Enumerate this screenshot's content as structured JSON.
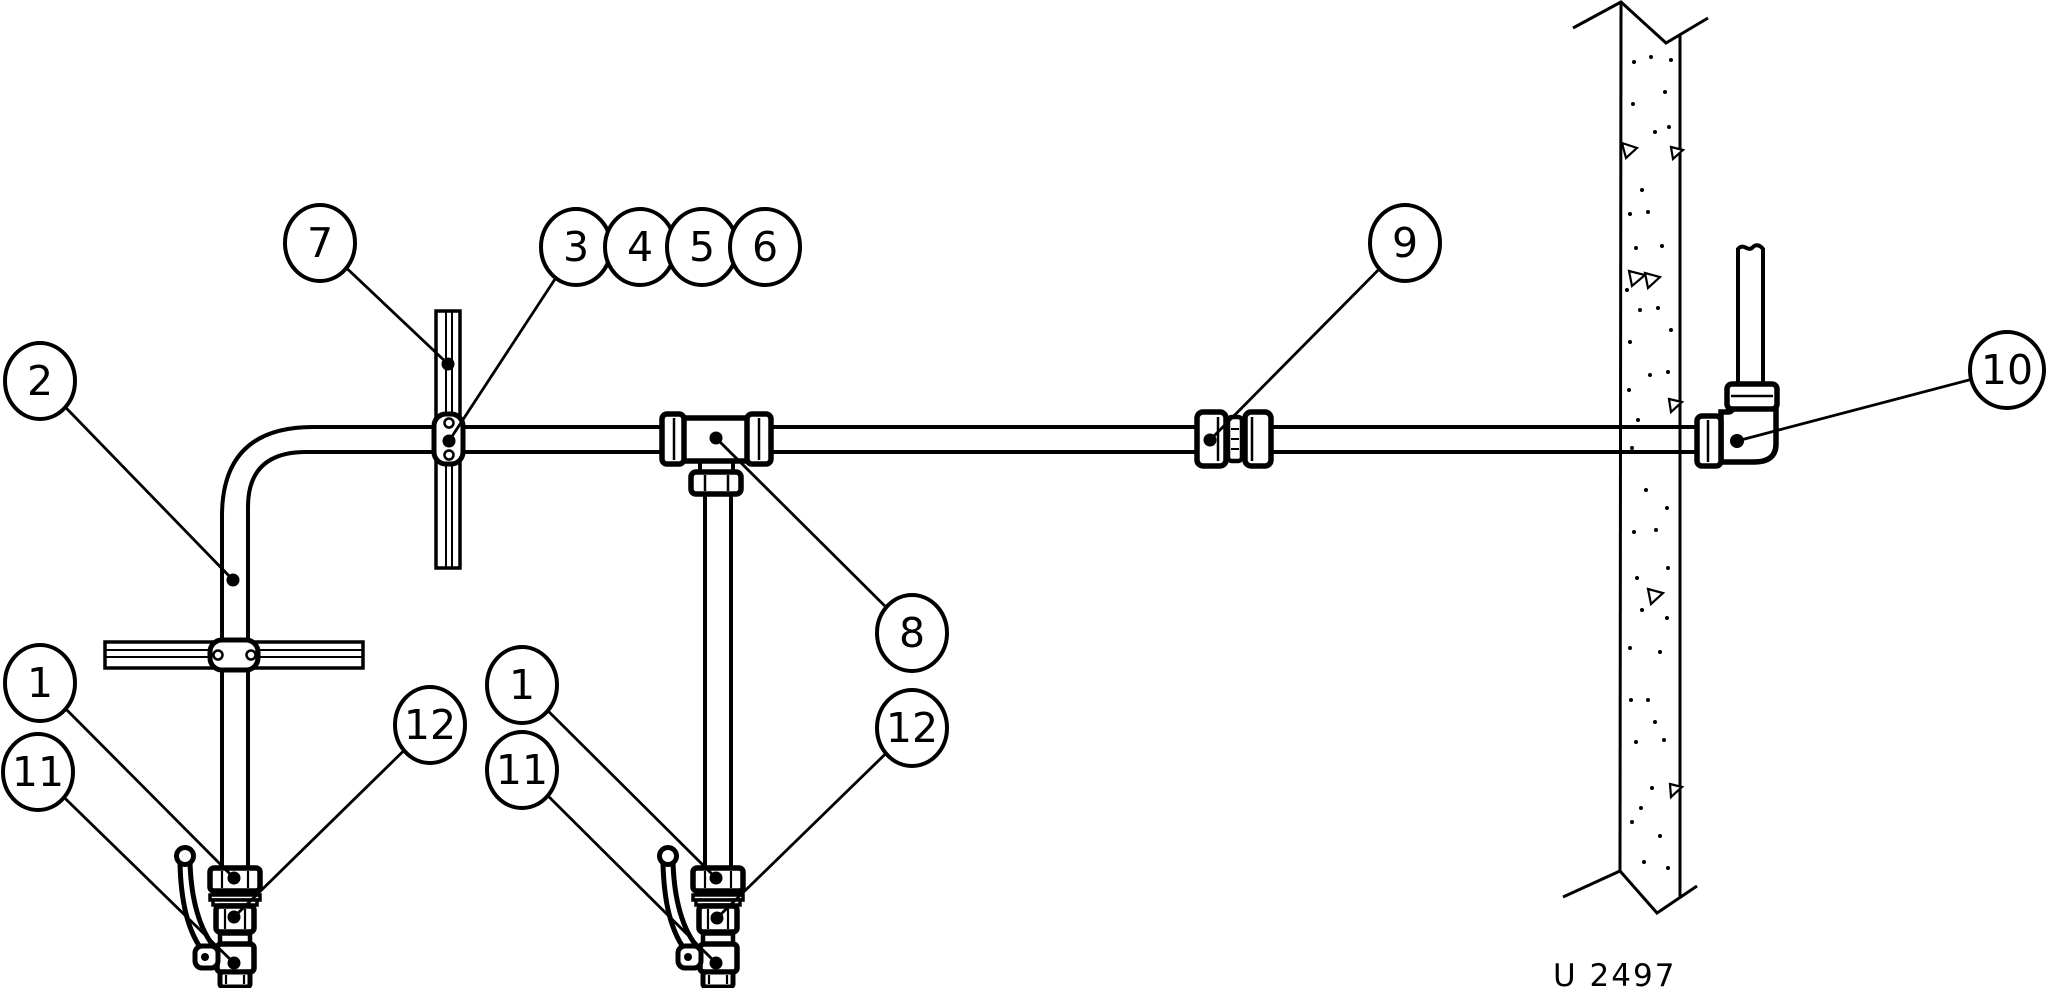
{
  "drawing": {
    "number_label": "U 2497",
    "colors": {
      "line": "#000000",
      "background": "#ffffff"
    },
    "callouts": [
      {
        "label": "2"
      },
      {
        "label": "7"
      },
      {
        "label": "3"
      },
      {
        "label": "4"
      },
      {
        "label": "5"
      },
      {
        "label": "6"
      },
      {
        "label": "9"
      },
      {
        "label": "10"
      },
      {
        "label": "8"
      },
      {
        "label": "1"
      },
      {
        "label": "11"
      },
      {
        "label": "12"
      },
      {
        "label": "1"
      },
      {
        "label": "11"
      },
      {
        "label": "12"
      }
    ]
  }
}
